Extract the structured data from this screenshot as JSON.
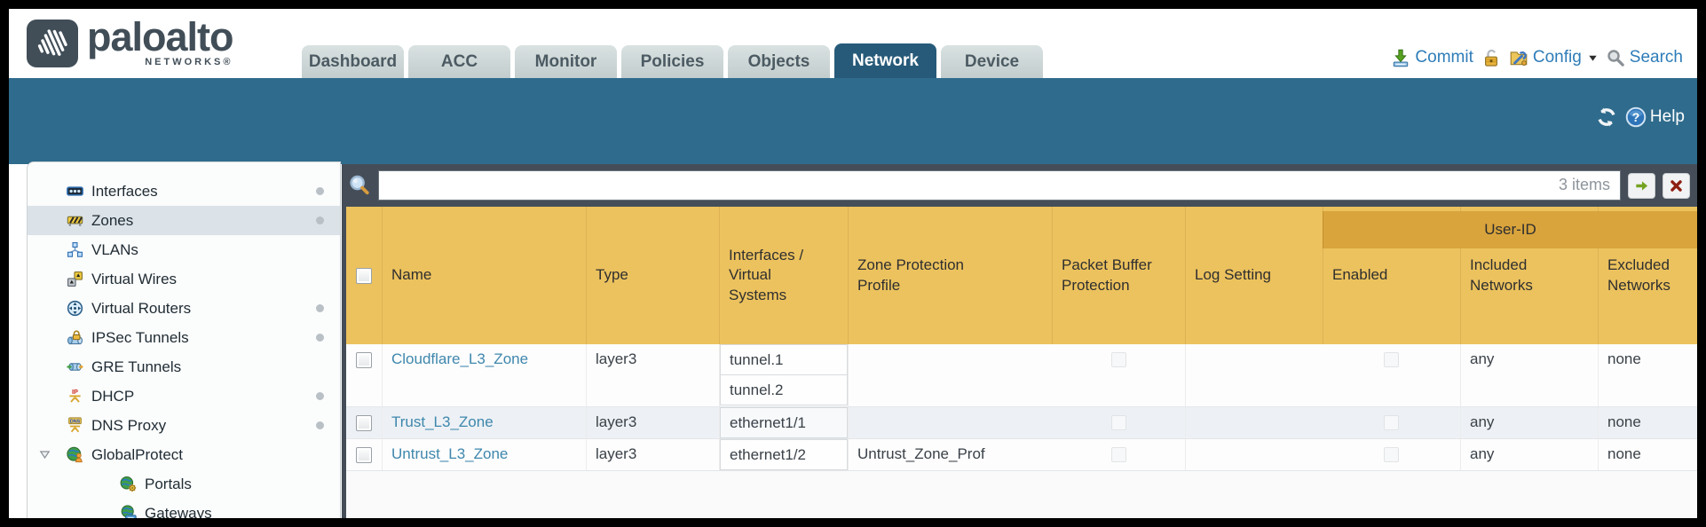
{
  "brand": {
    "name": "paloalto",
    "subtitle": "NETWORKS®",
    "logo_icon": "paloalto-logo-icon"
  },
  "nav": {
    "tabs": [
      {
        "label": "Dashboard",
        "active": false
      },
      {
        "label": "ACC",
        "active": false
      },
      {
        "label": "Monitor",
        "active": false
      },
      {
        "label": "Policies",
        "active": false
      },
      {
        "label": "Objects",
        "active": false
      },
      {
        "label": "Network",
        "active": true
      },
      {
        "label": "Device",
        "active": false
      }
    ],
    "actions": {
      "commit": {
        "label": "Commit",
        "icon": "commit-icon"
      },
      "lock": {
        "icon": "lock-icon"
      },
      "config": {
        "label": "Config",
        "icon": "config-icon",
        "caret_icon": "caret-down-icon"
      },
      "search": {
        "label": "Search",
        "icon": "search-icon"
      }
    }
  },
  "toolbar": {
    "refresh_icon": "refresh-icon",
    "help": {
      "label": "Help",
      "icon": "help-icon"
    }
  },
  "filter": {
    "icon": "filter-search-icon",
    "value": "",
    "placeholder": "",
    "count_label": "3 items",
    "go_icon": "go-arrow-icon",
    "clear_icon": "clear-icon"
  },
  "sidebar": {
    "items": [
      {
        "label": "Interfaces",
        "icon": "interfaces-icon",
        "dot": true,
        "selected": false
      },
      {
        "label": "Zones",
        "icon": "zones-icon",
        "dot": true,
        "selected": true
      },
      {
        "label": "VLANs",
        "icon": "vlans-icon",
        "dot": false
      },
      {
        "label": "Virtual Wires",
        "icon": "virtual-wires-icon",
        "dot": false
      },
      {
        "label": "Virtual Routers",
        "icon": "virtual-routers-icon",
        "dot": true
      },
      {
        "label": "IPSec Tunnels",
        "icon": "ipsec-tunnels-icon",
        "dot": true
      },
      {
        "label": "GRE Tunnels",
        "icon": "gre-tunnels-icon",
        "dot": false
      },
      {
        "label": "DHCP",
        "icon": "dhcp-icon",
        "dot": true
      },
      {
        "label": "DNS Proxy",
        "icon": "dns-proxy-icon",
        "dot": true
      },
      {
        "label": "GlobalProtect",
        "icon": "globalprotect-icon",
        "dot": false,
        "expanded": true
      },
      {
        "label": "Portals",
        "icon": "portals-icon",
        "dot": false,
        "child": true
      },
      {
        "label": "Gateways",
        "icon": "gateways-icon",
        "dot": false,
        "child": true
      }
    ]
  },
  "table": {
    "group_header": "User-ID",
    "columns": [
      "Name",
      "Type",
      "Interfaces / Virtual Systems",
      "Zone Protection Profile",
      "Packet Buffer Protection",
      "Log Setting",
      "Enabled",
      "Included Networks",
      "Excluded Networks"
    ],
    "rows": [
      {
        "name": "Cloudflare_L3_Zone",
        "type": "layer3",
        "interfaces": [
          "tunnel.1",
          "tunnel.2"
        ],
        "zone_protection_profile": "",
        "packet_buffer_protection": false,
        "log_setting": "",
        "user_id_enabled": false,
        "included_networks": "any",
        "excluded_networks": "none"
      },
      {
        "name": "Trust_L3_Zone",
        "type": "layer3",
        "interfaces": [
          "ethernet1/1"
        ],
        "zone_protection_profile": "",
        "packet_buffer_protection": false,
        "log_setting": "",
        "user_id_enabled": false,
        "included_networks": "any",
        "excluded_networks": "none"
      },
      {
        "name": "Untrust_L3_Zone",
        "type": "layer3",
        "interfaces": [
          "ethernet1/2"
        ],
        "zone_protection_profile": "Untrust_Zone_Prof",
        "packet_buffer_protection": false,
        "log_setting": "",
        "user_id_enabled": false,
        "included_networks": "any",
        "excluded_networks": "none"
      }
    ]
  },
  "colors": {
    "teal_band": "#2f6b8c",
    "active_tab": "#275a79",
    "toolbar_slate": "#454e58",
    "table_header": "#ecc25e",
    "table_group_header": "#d9a43c",
    "link": "#3e87ad",
    "brand": "#414e58"
  }
}
